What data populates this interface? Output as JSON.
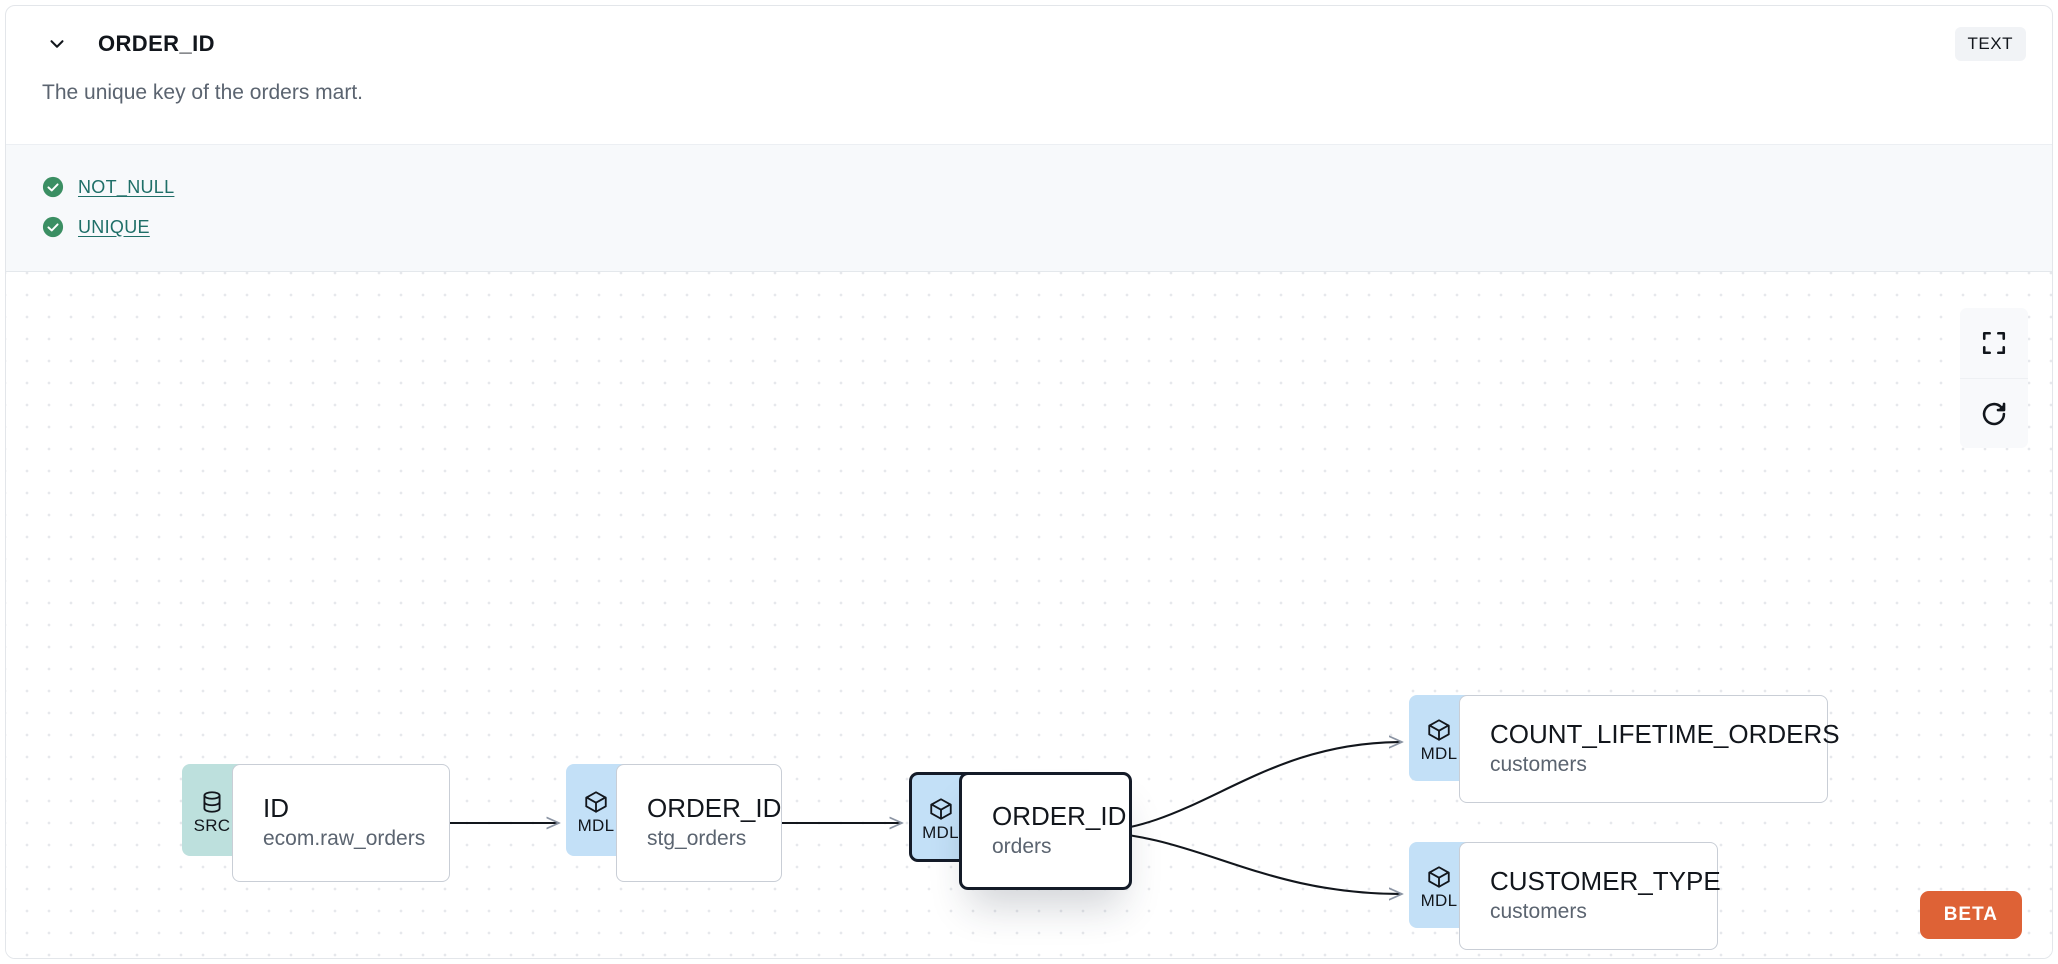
{
  "header": {
    "chevron_icon": "chevron-down-icon",
    "column_name": "ORDER_ID",
    "type_badge": "TEXT"
  },
  "description": "The unique key of the orders mart.",
  "tests": [
    {
      "icon": "check-circle-icon",
      "label": "NOT_NULL",
      "status": "pass"
    },
    {
      "icon": "check-circle-icon",
      "label": "UNIQUE",
      "status": "pass"
    }
  ],
  "lineage": {
    "nodes": [
      {
        "id": "src",
        "badge": "SRC",
        "badge_icon": "database-icon",
        "name": "ID",
        "resource": "ecom.raw_orders",
        "selected": false
      },
      {
        "id": "stg",
        "badge": "MDL",
        "badge_icon": "cube-icon",
        "name": "ORDER_ID",
        "resource": "stg_orders",
        "selected": false
      },
      {
        "id": "orders",
        "badge": "MDL",
        "badge_icon": "cube-icon",
        "name": "ORDER_ID",
        "resource": "orders",
        "selected": true
      },
      {
        "id": "count",
        "badge": "MDL",
        "badge_icon": "cube-icon",
        "name": "COUNT_LIFETIME_ORDERS",
        "resource": "customers",
        "selected": false
      },
      {
        "id": "ctype",
        "badge": "MDL",
        "badge_icon": "cube-icon",
        "name": "CUSTOMER_TYPE",
        "resource": "customers",
        "selected": false
      }
    ],
    "edges": [
      {
        "from": "src",
        "to": "stg"
      },
      {
        "from": "stg",
        "to": "orders"
      },
      {
        "from": "orders",
        "to": "count"
      },
      {
        "from": "orders",
        "to": "ctype"
      }
    ]
  },
  "controls": [
    {
      "name": "fit-view-button",
      "icon": "expand-icon"
    },
    {
      "name": "refresh-button",
      "icon": "refresh-icon"
    }
  ],
  "beta_badge": "BETA",
  "colors": {
    "badge_src": "#bde0dd",
    "badge_mdl": "#c3e0f7",
    "test_pass": "#3b8f63",
    "test_link": "#1f6f68",
    "beta": "#de6236",
    "selected_border": "#141b28"
  }
}
